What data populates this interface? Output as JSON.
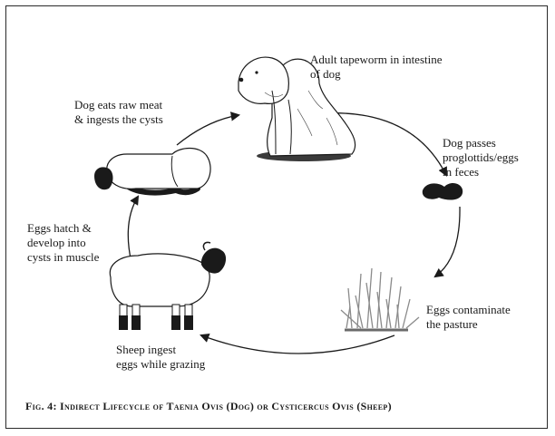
{
  "steps": {
    "adult": {
      "line1": "Adult tapeworm in intestine",
      "line2": "of dog"
    },
    "passes": {
      "line1": "Dog passes",
      "line2": "proglottids/eggs",
      "line3": "in feces"
    },
    "contaminate": {
      "line1": "Eggs contaminate",
      "line2": "the pasture"
    },
    "ingest": {
      "line1": "Sheep ingest",
      "line2": "eggs while grazing"
    },
    "hatch": {
      "line1": "Eggs hatch &",
      "line2": "develop into",
      "line3": "cysts in muscle"
    },
    "eats": {
      "line1": "Dog eats raw meat",
      "line2": "& ingests the cysts"
    }
  },
  "caption": "Fig. 4: Indirect Lifecycle of Taenia Ovis (Dog) or Cysticercus Ovis (Sheep)",
  "colors": {
    "ink": "#1a1a1a",
    "grass": "#9a9a9a",
    "animal_fill": "#ffffff"
  },
  "icons": [
    "dog-icon",
    "feces-icon",
    "grass-icon",
    "sheep-icon",
    "sheep-carcass-icon"
  ]
}
